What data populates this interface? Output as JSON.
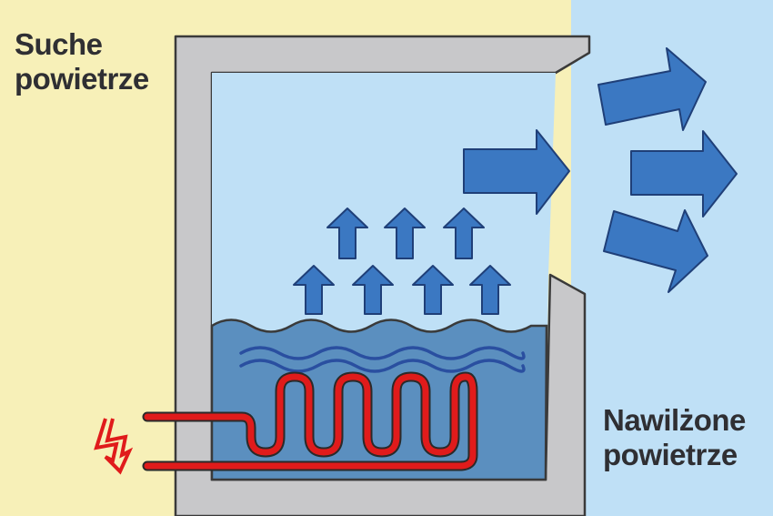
{
  "labels": {
    "dry_air": [
      "Suche",
      "powietrze"
    ],
    "humidified_air": [
      "Nawilżone",
      "powietrze"
    ]
  },
  "colors": {
    "dry_background": "#f7f0b8",
    "humid_background": "#bfe0f6",
    "housing": "#c8c8ca",
    "housing_outline": "#3a3a3a",
    "water": "#5b8fbf",
    "arrows": "#3b78c2",
    "heater": "#e01b1b",
    "waves": "#2a4fa0"
  },
  "icons": {
    "power": "lightning-bolt-icon",
    "vapor": "up-arrow-icon",
    "outflow": "right-arrow-icon"
  }
}
